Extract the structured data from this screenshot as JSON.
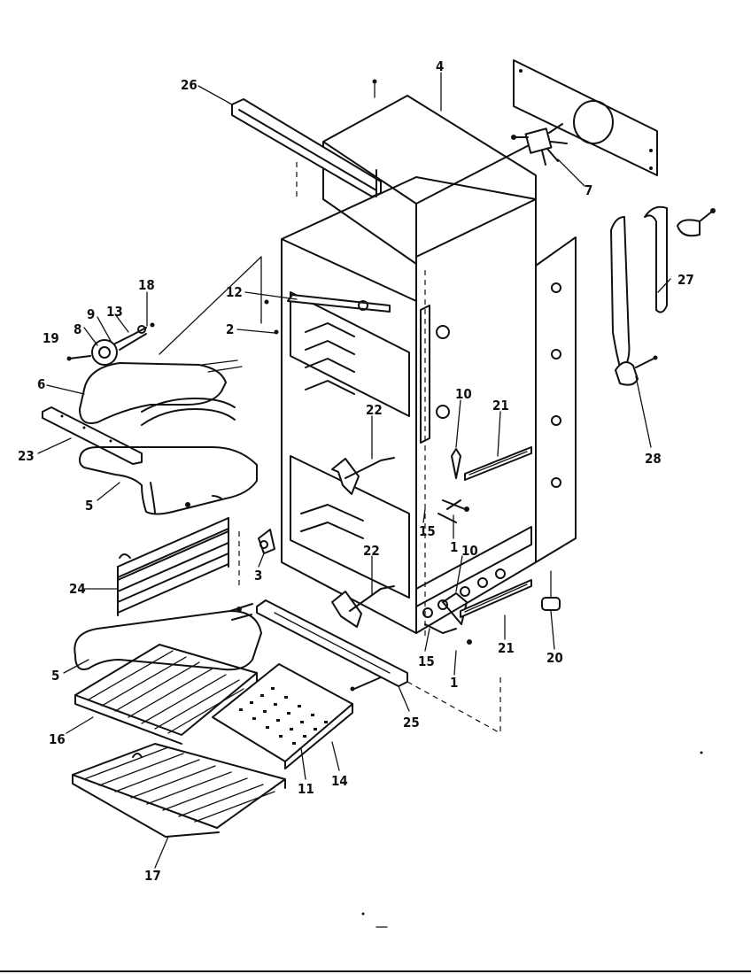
{
  "diagram": {
    "callouts": [
      {
        "id": "c26",
        "text": "26"
      },
      {
        "id": "c4",
        "text": "4"
      },
      {
        "id": "c7",
        "text": "7"
      },
      {
        "id": "c27",
        "text": "27"
      },
      {
        "id": "c28",
        "text": "28"
      },
      {
        "id": "c18",
        "text": "18"
      },
      {
        "id": "c12",
        "text": "12"
      },
      {
        "id": "c9",
        "text": "9"
      },
      {
        "id": "c13",
        "text": "13"
      },
      {
        "id": "c8",
        "text": "8"
      },
      {
        "id": "c19",
        "text": "19"
      },
      {
        "id": "c2",
        "text": "2"
      },
      {
        "id": "c6",
        "text": "6"
      },
      {
        "id": "c23",
        "text": "23"
      },
      {
        "id": "c5a",
        "text": "5"
      },
      {
        "id": "c22a",
        "text": "22"
      },
      {
        "id": "c10a",
        "text": "10"
      },
      {
        "id": "c21a",
        "text": "21"
      },
      {
        "id": "c15a",
        "text": "15"
      },
      {
        "id": "c1a",
        "text": "1"
      },
      {
        "id": "c3",
        "text": "3"
      },
      {
        "id": "c10b",
        "text": "10"
      },
      {
        "id": "c22b",
        "text": "22"
      },
      {
        "id": "c24",
        "text": "24"
      },
      {
        "id": "c5b",
        "text": "5"
      },
      {
        "id": "c15b",
        "text": "15"
      },
      {
        "id": "c1b",
        "text": "1"
      },
      {
        "id": "c21b",
        "text": "21"
      },
      {
        "id": "c20",
        "text": "20"
      },
      {
        "id": "c25",
        "text": "25"
      },
      {
        "id": "c16",
        "text": "16"
      },
      {
        "id": "c11",
        "text": "11"
      },
      {
        "id": "c14",
        "text": "14"
      },
      {
        "id": "c17",
        "text": "17"
      }
    ]
  }
}
